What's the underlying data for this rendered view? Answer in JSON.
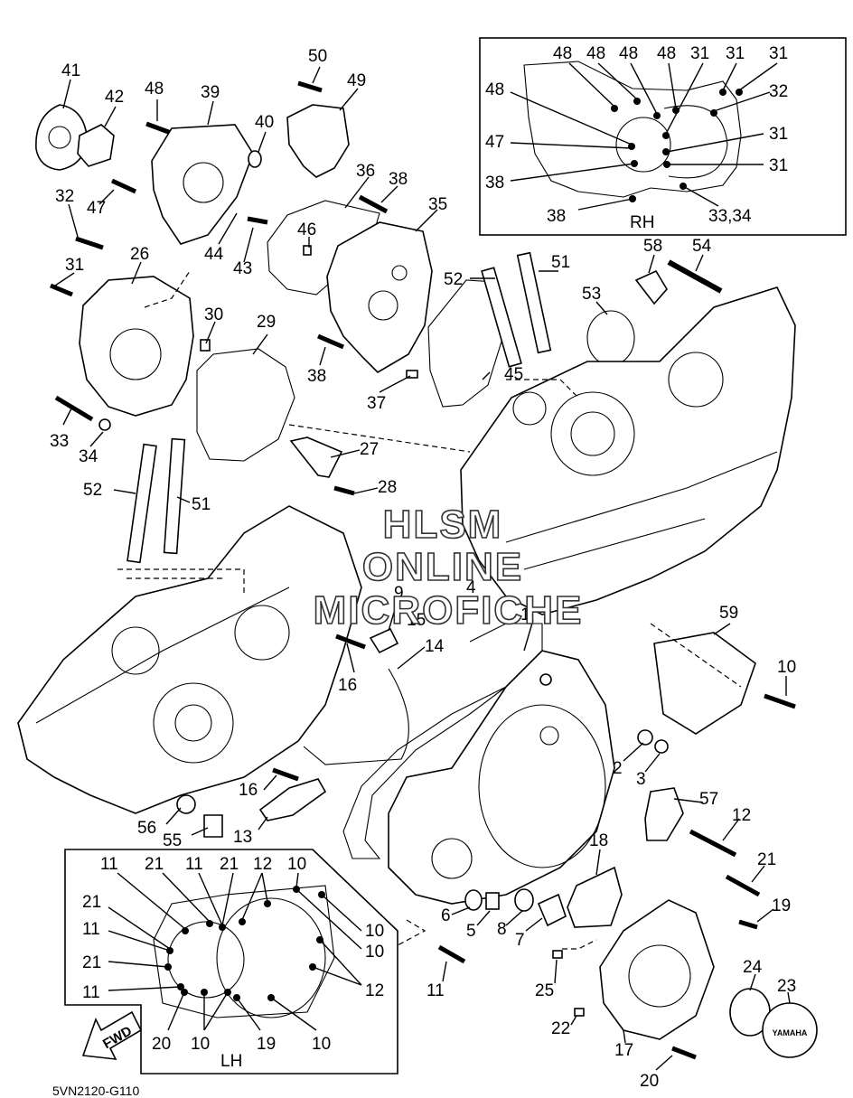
{
  "watermark": {
    "line1": "HLSM",
    "line2": "ONLINE",
    "line3": "MICROFICHE"
  },
  "inset_rh": {
    "title": "RH",
    "labels": [
      "48",
      "48",
      "48",
      "48",
      "31",
      "31",
      "31",
      "48",
      "32",
      "31",
      "47",
      "31",
      "38",
      "38",
      "33,34"
    ]
  },
  "inset_lh": {
    "title": "LH",
    "labels": [
      "11",
      "21",
      "11",
      "21",
      "12",
      "10",
      "21",
      "11",
      "10",
      "10",
      "21",
      "11",
      "12",
      "20",
      "10",
      "19",
      "10"
    ]
  },
  "fwd_label": "FWD",
  "footer_code": "5VN2120-G110",
  "badge_text": "YAMAHA",
  "callouts": {
    "c41": "41",
    "c42": "42",
    "c48a": "48",
    "c39": "39",
    "c40": "40",
    "c50": "50",
    "c49": "49",
    "c47": "47",
    "c44": "44",
    "c43": "43",
    "c36": "36",
    "c38a": "38",
    "c35": "35",
    "c46": "46",
    "c32": "32",
    "c31": "31",
    "c26": "26",
    "c30": "30",
    "c29": "29",
    "c38b": "38",
    "c37": "37",
    "c45": "45",
    "c52a": "52",
    "c51a": "51",
    "c58": "58",
    "c54": "54",
    "c53": "53",
    "c33": "33",
    "c34": "34",
    "c27": "27",
    "c28": "28",
    "c52b": "52",
    "c51b": "51",
    "c9": "9",
    "c15": "15",
    "c4": "4",
    "c1": "1",
    "c14": "14",
    "c16a": "16",
    "c59": "59",
    "c10": "10",
    "c2": "2",
    "c3": "3",
    "c57": "57",
    "c12": "12",
    "c16b": "16",
    "c13": "13",
    "c56": "56",
    "c55": "55",
    "c18": "18",
    "c21": "21",
    "c19": "19",
    "c6": "6",
    "c5": "5",
    "c8": "8",
    "c7": "7",
    "c11": "11",
    "c25": "25",
    "c24": "24",
    "c23": "23",
    "c22": "22",
    "c17": "17",
    "c20": "20"
  }
}
